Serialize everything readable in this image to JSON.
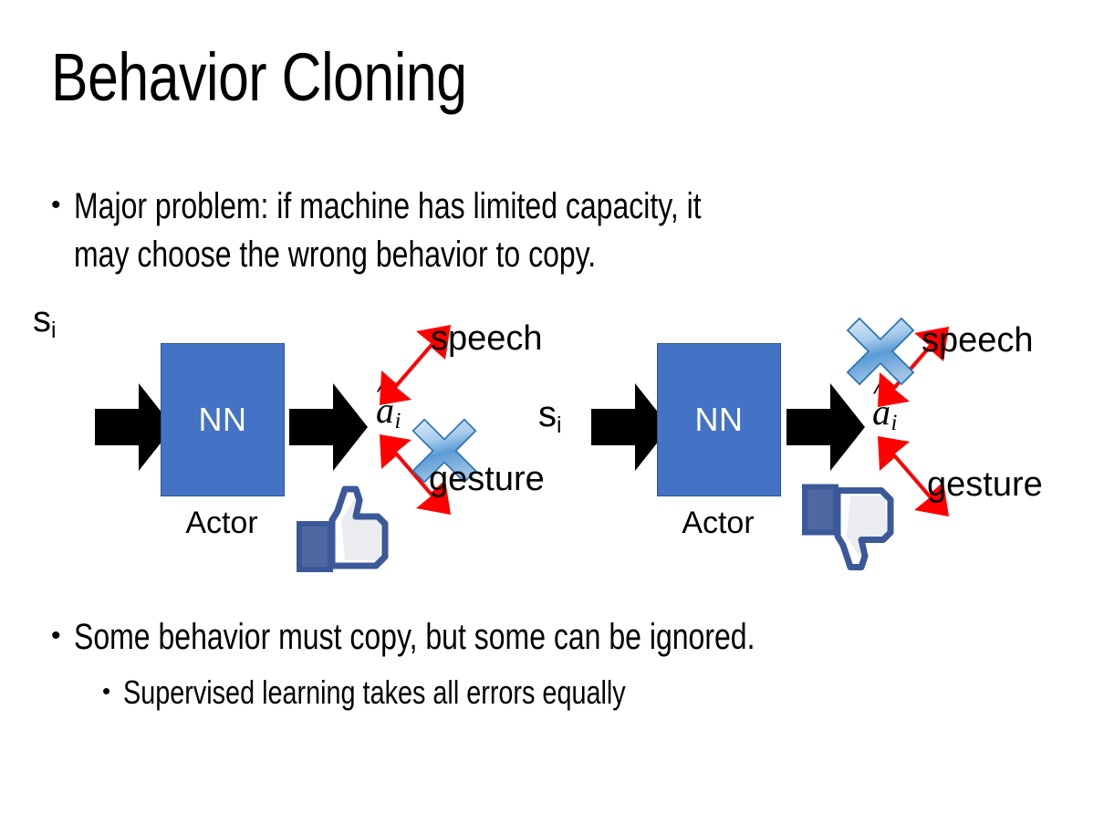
{
  "slide": {
    "title": "Behavior Cloning",
    "background_color": "#FFFFFF",
    "text_color": "#000000"
  },
  "bullets": [
    {
      "marker": "•",
      "text": "Major problem: if machine has limited capacity, it\nmay choose the wrong behavior to copy.",
      "level": 1
    },
    {
      "marker": "•",
      "text": "Some behavior must copy, but some can be ignored.",
      "level": 1
    },
    {
      "marker": "•",
      "text": "Supervised learning takes all errors equally",
      "level": 2
    }
  ],
  "diagrams": [
    {
      "id": "left",
      "state_label": "s",
      "state_sub": "i",
      "nn_label": "NN",
      "actor_label": "Actor",
      "action_label": "a",
      "action_sub": "i",
      "outputs": [
        {
          "label": "speech",
          "crossed": false
        },
        {
          "label": "gesture",
          "crossed": true
        }
      ],
      "feedback": "thumbs-up",
      "nn_fill": "#4472C4",
      "nn_stroke": "#2F5597",
      "arrow_color": "#000000",
      "branch_color": "#FF0000",
      "x_color": "#5B9BD5",
      "thumb_color": "#3B5998"
    },
    {
      "id": "right",
      "state_label": "s",
      "state_sub": "i",
      "nn_label": "NN",
      "actor_label": "Actor",
      "action_label": "a",
      "action_sub": "i",
      "outputs": [
        {
          "label": "speech",
          "crossed": true
        },
        {
          "label": "gesture",
          "crossed": false
        }
      ],
      "feedback": "thumbs-down",
      "nn_fill": "#4472C4",
      "nn_stroke": "#2F5597",
      "arrow_color": "#000000",
      "branch_color": "#FF0000",
      "x_color": "#5B9BD5",
      "thumb_color": "#3B5998"
    }
  ]
}
